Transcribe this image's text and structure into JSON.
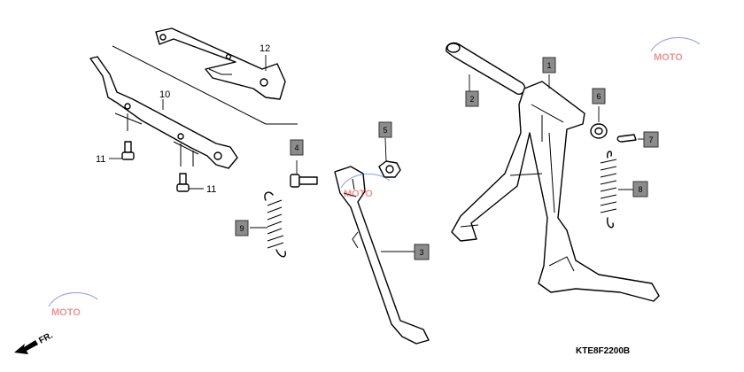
{
  "diagram": {
    "drawing_code": "KTE8F2200B",
    "front_arrow_label": "FR.",
    "watermark_text": "MOTO",
    "colors": {
      "line": "#000000",
      "callout_box": "#8c8c8c",
      "watermark_red": "#d22d2d",
      "watermark_blue": "#4a5fd0"
    },
    "callouts": {
      "c1": "1",
      "c2": "2",
      "c3": "3",
      "c4": "4",
      "c5": "5",
      "c6": "6",
      "c7": "7",
      "c8": "8",
      "c9": "9",
      "c10": "10",
      "c11a": "11",
      "c11b": "11",
      "c12": "12"
    }
  }
}
